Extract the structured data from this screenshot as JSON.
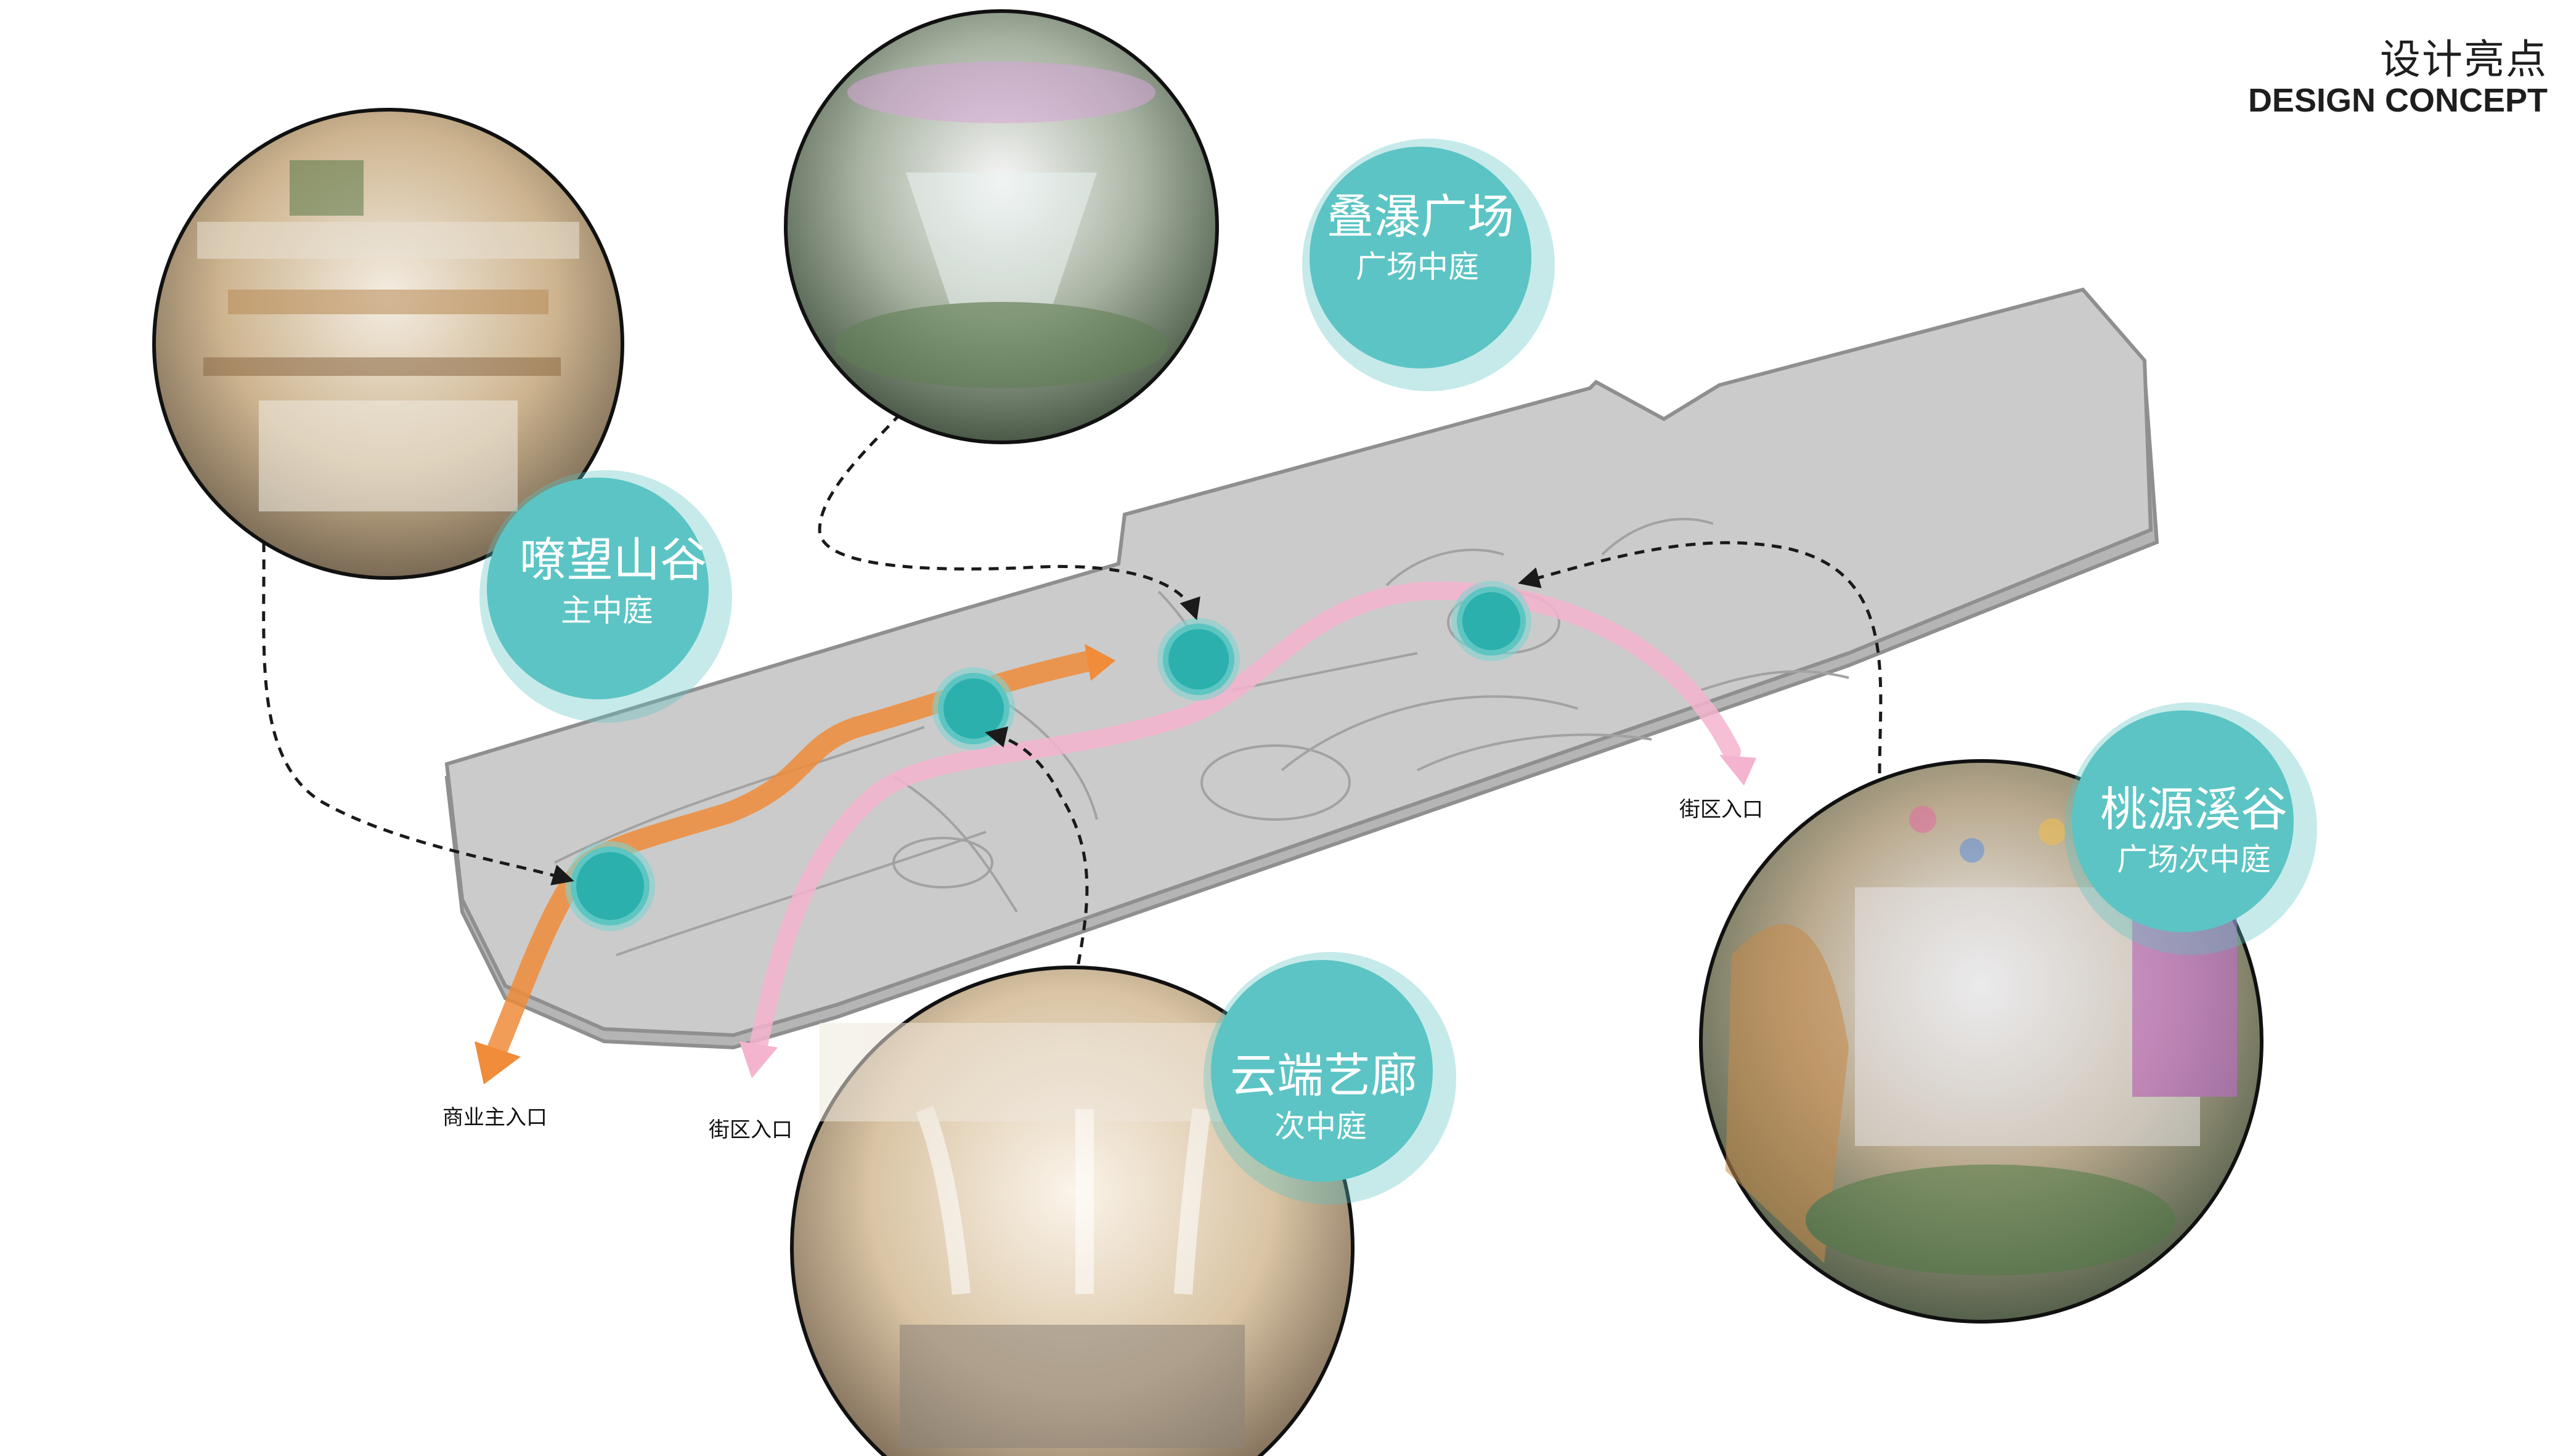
{
  "header": {
    "title_zh": "设计亮点",
    "title_en": "DESIGN CONCEPT"
  },
  "spots": [
    {
      "name_zh": "嘹望山谷",
      "sub_zh": "主中庭"
    },
    {
      "name_zh": "叠瀑广场",
      "sub_zh": "广场中庭"
    },
    {
      "name_zh": "云端艺廊",
      "sub_zh": "次中庭"
    },
    {
      "name_zh": "桃源溪谷",
      "sub_zh": "广场次中庭"
    }
  ],
  "entrances": {
    "main": "商业主入口",
    "street_left": "街区入口",
    "street_right": "街区入口"
  },
  "colors": {
    "teal": "#5cc4c4",
    "node": "#2bb0ad",
    "orange_route": "#f08c3a",
    "pink_route": "#f4b4cf",
    "building": "#c9c9c9",
    "building_edge": "#8f8f8f"
  }
}
